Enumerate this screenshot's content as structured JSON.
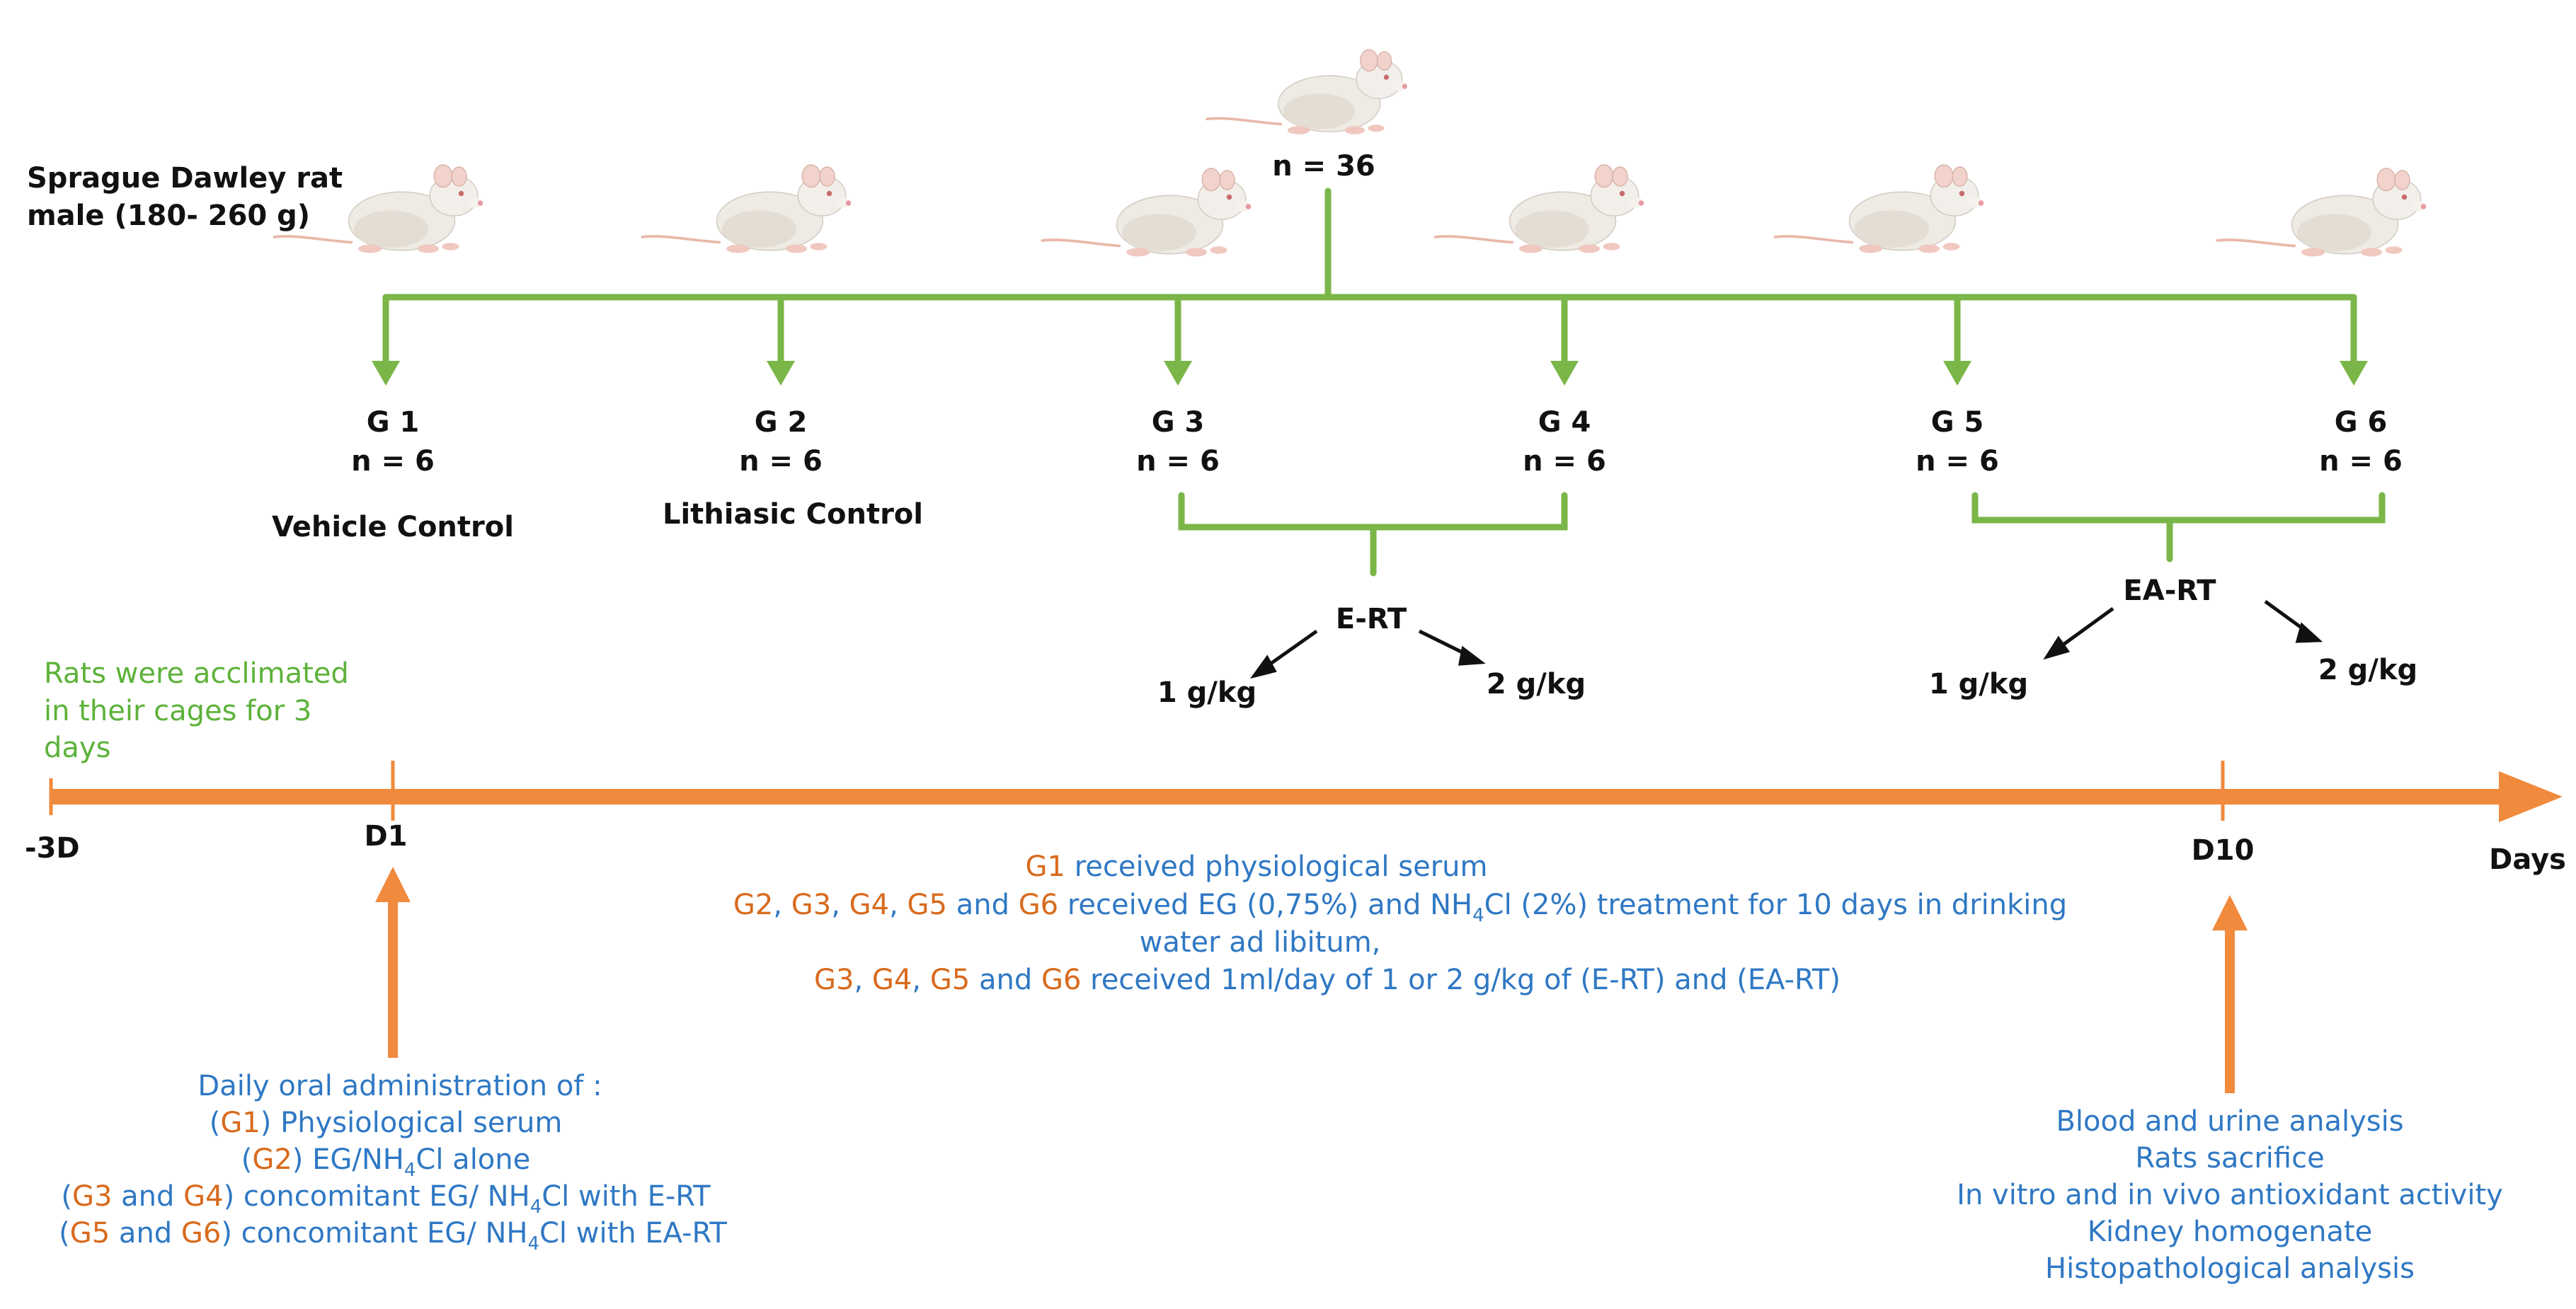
{
  "header": {
    "species_line1": "Sprague Dawley  rat",
    "species_line2": "male (180- 260 g)",
    "total_n": "n = 36"
  },
  "groups": [
    {
      "id": "G 1",
      "n": "n = 6",
      "label": "Vehicle Control"
    },
    {
      "id": "G 2",
      "n": "n = 6",
      "label": "Lithiasic Control"
    },
    {
      "id": "G 3",
      "n": "n = 6",
      "label": ""
    },
    {
      "id": "G 4",
      "n": "n = 6",
      "label": ""
    },
    {
      "id": "G 5",
      "n": "n = 6",
      "label": ""
    },
    {
      "id": "G 6",
      "n": "n = 6",
      "label": ""
    }
  ],
  "treatments": [
    {
      "name": "E-RT",
      "low_dose": "1 g/kg",
      "high_dose": "2 g/kg"
    },
    {
      "name": "EA-RT",
      "low_dose": "1 g/kg",
      "high_dose": "2 g/kg"
    }
  ],
  "acclimation": [
    "Rats were acclimated",
    "in their cages for 3",
    "days"
  ],
  "timeline": {
    "start": "-3D",
    "day1": "D1",
    "day10": "D10",
    "end": "Days"
  },
  "middle_text": {
    "line1_group": "G1",
    "line1_rest": " received physiological serum",
    "line2_groups": [
      "G2",
      "G3",
      "G4",
      "G5",
      "G6"
    ],
    "line2_sep": [
      ", ",
      ", ",
      ", ",
      " and "
    ],
    "line2_rest_a": " received EG (0,75%) and NH",
    "line2_sub": "4",
    "line2_rest_b": "Cl (2%) treatment for 10 days in drinking",
    "line3": "water ad libitum,",
    "line4_groups": [
      "G3",
      "G4",
      "G5",
      "G6"
    ],
    "line4_sep": [
      ", ",
      ", ",
      " and "
    ],
    "line4_rest": " received 1ml/day of 1 or 2 g/kg of (E-RT) and (EA-RT)"
  },
  "daily_admin": {
    "title": "Daily oral administration of :",
    "item1_group": "G1",
    "item1_rest": ") Physiological serum",
    "item2_group": "G2",
    "item2_rest_a": ") EG/NH",
    "item2_rest_b": "Cl alone",
    "item3_group_a": "G3",
    "item3_and": " and ",
    "item3_group_b": "G4",
    "item3_rest_a": ") concomitant EG/ NH",
    "item3_rest_b": "Cl with E-RT",
    "item4_group_a": "G5",
    "item4_and": " and ",
    "item4_group_b": "G6",
    "item4_rest_a": ") concomitant EG/ NH",
    "item4_rest_b": "Cl with EA-RT",
    "open_paren": "(",
    "subscript": "4"
  },
  "final_analysis": [
    "Blood and urine analysis",
    "Rats sacrifice",
    "In vitro and in vivo antioxidant activity",
    "Kidney homogenate",
    "Histopathological analysis"
  ],
  "colors": {
    "tree_green": "#7ab648",
    "timeline_orange": "#f08a3c",
    "text_blue": "#2f78c4",
    "text_orange": "#d86a1d",
    "text_green": "#5cb23a"
  },
  "icons": [
    "rat-icon"
  ]
}
